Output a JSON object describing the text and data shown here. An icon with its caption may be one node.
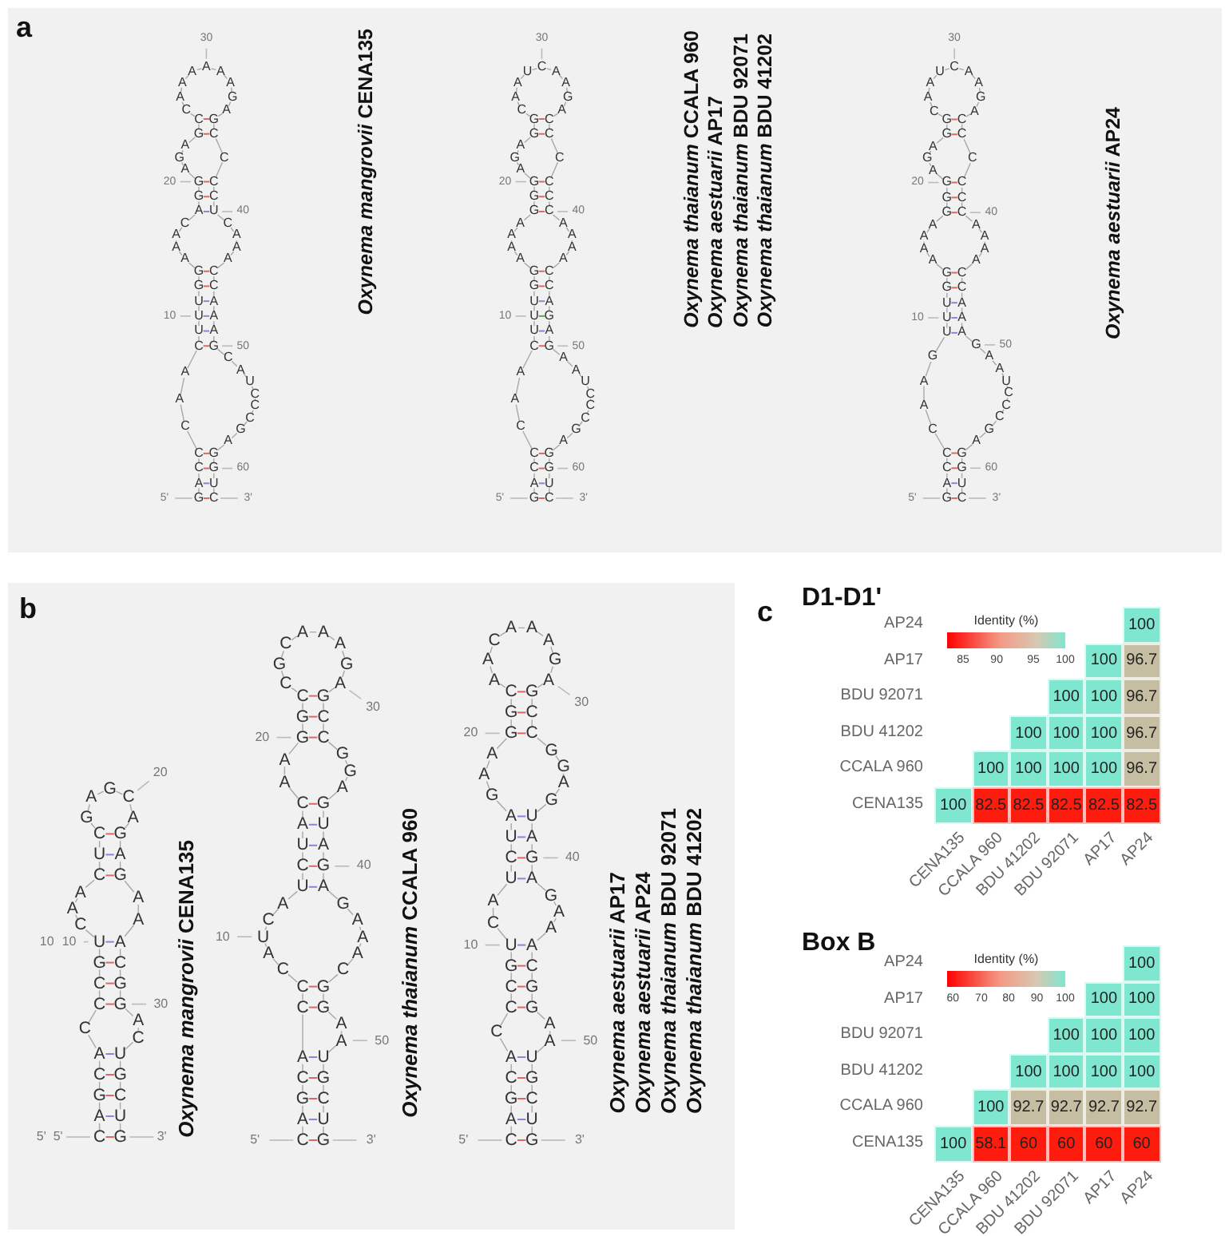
{
  "diagram": {
    "labels": [
      "a",
      "G",
      "A",
      "C",
      "C",
      "C",
      "A",
      "A",
      "C",
      "U",
      "U",
      "U",
      "G",
      "G",
      "A",
      "A",
      "A",
      "C",
      "A",
      "G",
      "G",
      "A",
      "G",
      "A",
      "G",
      "C",
      "C",
      "A",
      "A",
      "A",
      "A",
      "A",
      "A",
      "G",
      "A",
      "G",
      "C",
      "C",
      "C",
      "C",
      "U",
      "C",
      "A",
      "A",
      "A",
      "C",
      "C",
      "A",
      "A",
      "A",
      "G",
      "C",
      "A",
      "U",
      "C",
      "C",
      "C",
      "G",
      "A",
      "G",
      "G",
      "U",
      "C",
      "10",
      "20",
      "30",
      "40",
      "50",
      "60",
      "5'",
      "3'",
      "*Oxynema mangrovii* CENA135",
      "G",
      "A",
      "C",
      "C",
      "C",
      "A",
      "A",
      "C",
      "U",
      "U",
      "U",
      "G",
      "G",
      "A",
      "A",
      "A",
      "A",
      "G",
      "G",
      "G",
      "A",
      "G",
      "A",
      "G",
      "G",
      "C",
      "A",
      "A",
      "U",
      "C",
      "A",
      "A",
      "G",
      "A",
      "C",
      "C",
      "C",
      "C",
      "C",
      "C",
      "A",
      "A",
      "A",
      "A",
      "C",
      "C",
      "A",
      "G",
      "A",
      "G",
      "A",
      "A",
      "U",
      "C",
      "C",
      "C",
      "G",
      "A",
      "G",
      "G",
      "U",
      "C",
      "10",
      "20",
      "30",
      "40",
      "50",
      "60",
      "5'",
      "3'",
      "*Oxynema thaianum* CCALA 960",
      "*Oxynema aestuarii* AP17",
      "*Oxynema thaianum* BDU 92071",
      "*Oxynema thaianum* BDU 41202",
      "G",
      "A",
      "C",
      "C",
      "C",
      "A",
      "A",
      "G",
      "U",
      "U",
      "U",
      "G",
      "G",
      "A",
      "A",
      "A",
      "A",
      "G",
      "G",
      "G",
      "A",
      "G",
      "A",
      "G",
      "G",
      "C",
      "A",
      "A",
      "U",
      "C",
      "A",
      "A",
      "G",
      "A",
      "C",
      "C",
      "C",
      "C",
      "C",
      "C",
      "A",
      "A",
      "A",
      "A",
      "C",
      "C",
      "A",
      "A",
      "A",
      "G",
      "A",
      "A",
      "U",
      "C",
      "C",
      "C",
      "G",
      "A",
      "G",
      "G",
      "U",
      "C",
      "10",
      "20",
      "30",
      "40",
      "50",
      "60",
      "5'",
      "3'",
      "*Oxynema aestuarii* AP24",
      "b",
      "C",
      "A",
      "G",
      "C",
      "A",
      "C",
      "C",
      "C",
      "G",
      "U",
      "C",
      "A",
      "A",
      "C",
      "U",
      "C",
      "G",
      "A",
      "G",
      "C",
      "A",
      "G",
      "A",
      "G",
      "A",
      "A",
      "A",
      "C",
      "G",
      "G",
      "A",
      "C",
      "U",
      "G",
      "C",
      "U",
      "G",
      "10",
      "10",
      "20",
      "30",
      "5'",
      "5'",
      "3'",
      "*Oxynema mangrovii* CENA135",
      "C",
      "A",
      "G",
      "C",
      "A",
      "C",
      "C",
      "C",
      "A",
      "U",
      "C",
      "A",
      "U",
      "C",
      "U",
      "A",
      "C",
      "A",
      "A",
      "G",
      "G",
      "C",
      "C",
      "G",
      "C",
      "A",
      "A",
      "A",
      "G",
      "A",
      "G",
      "C",
      "C",
      "G",
      "G",
      "A",
      "G",
      "U",
      "A",
      "G",
      "A",
      "G",
      "A",
      "A",
      "A",
      "C",
      "G",
      "G",
      "A",
      "A",
      "U",
      "G",
      "C",
      "U",
      "G",
      "10",
      "20",
      "30",
      "40",
      "50",
      "5'",
      "3'",
      "*Oxynema thaianum* CCALA 960",
      "C",
      "A",
      "G",
      "C",
      "A",
      "C",
      "C",
      "C",
      "G",
      "U",
      "C",
      "A",
      "U",
      "C",
      "U",
      "A",
      "G",
      "A",
      "A",
      "G",
      "G",
      "C",
      "A",
      "A",
      "C",
      "A",
      "A",
      "A",
      "G",
      "A",
      "G",
      "C",
      "C",
      "G",
      "G",
      "A",
      "G",
      "U",
      "A",
      "G",
      "A",
      "G",
      "A",
      "A",
      "A",
      "C",
      "G",
      "G",
      "A",
      "A",
      "U",
      "G",
      "C",
      "U",
      "G",
      "10",
      "20",
      "30",
      "40",
      "50",
      "5'",
      "3'",
      "*Oxynema aestuarii* AP17",
      "*Oxynema aestuarii* AP24",
      "*Oxynema thaianum* BDU 92071",
      "*Oxynema thaianum* BDU 41202",
      "c",
      "D1-D1'",
      "Identity (%)",
      "85",
      "90",
      "95",
      "100",
      "AP24",
      "AP17",
      "BDU 92071",
      "BDU 41202",
      "CCALA 960",
      "CENA135",
      "100",
      "100",
      "96.7",
      "100",
      "100",
      "96.7",
      "100",
      "100",
      "100",
      "96.7",
      "100",
      "100",
      "100",
      "100",
      "96.7",
      "100",
      "82.5",
      "82.5",
      "82.5",
      "82.5",
      "82.5",
      "CENA135",
      "CCALA 960",
      "BDU 41202",
      "BDU 92071",
      "AP17",
      "AP24",
      "Box B",
      "Identity (%)",
      "60",
      "70",
      "80",
      "90",
      "100",
      "AP24",
      "AP17",
      "BDU 92071",
      "BDU 41202",
      "CCALA 960",
      "CENA135",
      "100",
      "100",
      "100",
      "100",
      "100",
      "100",
      "100",
      "100",
      "100",
      "100",
      "100",
      "92.7",
      "92.7",
      "92.7",
      "92.7",
      "100",
      "58.1",
      "60",
      "60",
      "60",
      "60",
      "CENA135",
      "CCALA 960",
      "BDU 41202",
      "BDU 92071",
      "AP17",
      "AP24"
    ]
  }
}
